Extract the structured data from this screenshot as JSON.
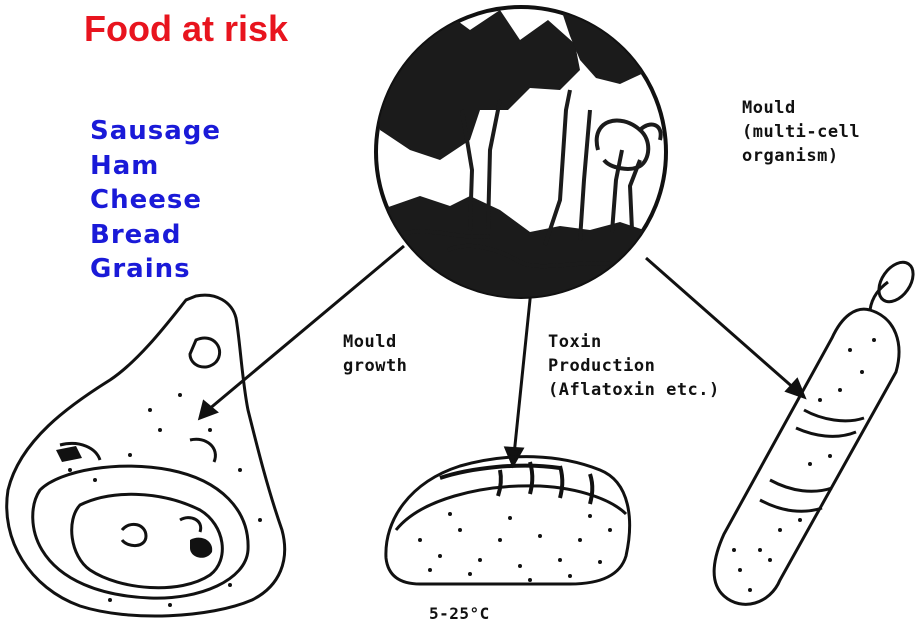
{
  "title": "Food at risk",
  "foods": [
    "Sausage",
    "Ham",
    "Cheese",
    "Bread",
    "Grains"
  ],
  "labels": {
    "mould_name": "Mould",
    "mould_desc_1": "(multi-cell",
    "mould_desc_2": "organism)",
    "growth_1": "Mould",
    "growth_2": "growth",
    "toxin_1": "Toxin",
    "toxin_2": "Production",
    "toxin_3": "(Aflatoxin etc.)",
    "temperature": "5-25°C"
  },
  "colors": {
    "title": "#e8141e",
    "list": "#1a1ad8",
    "ink": "#111111"
  },
  "icons": [
    "mould-magnified-circle",
    "ham-drawing",
    "bread-drawing",
    "sausage-drawing"
  ]
}
